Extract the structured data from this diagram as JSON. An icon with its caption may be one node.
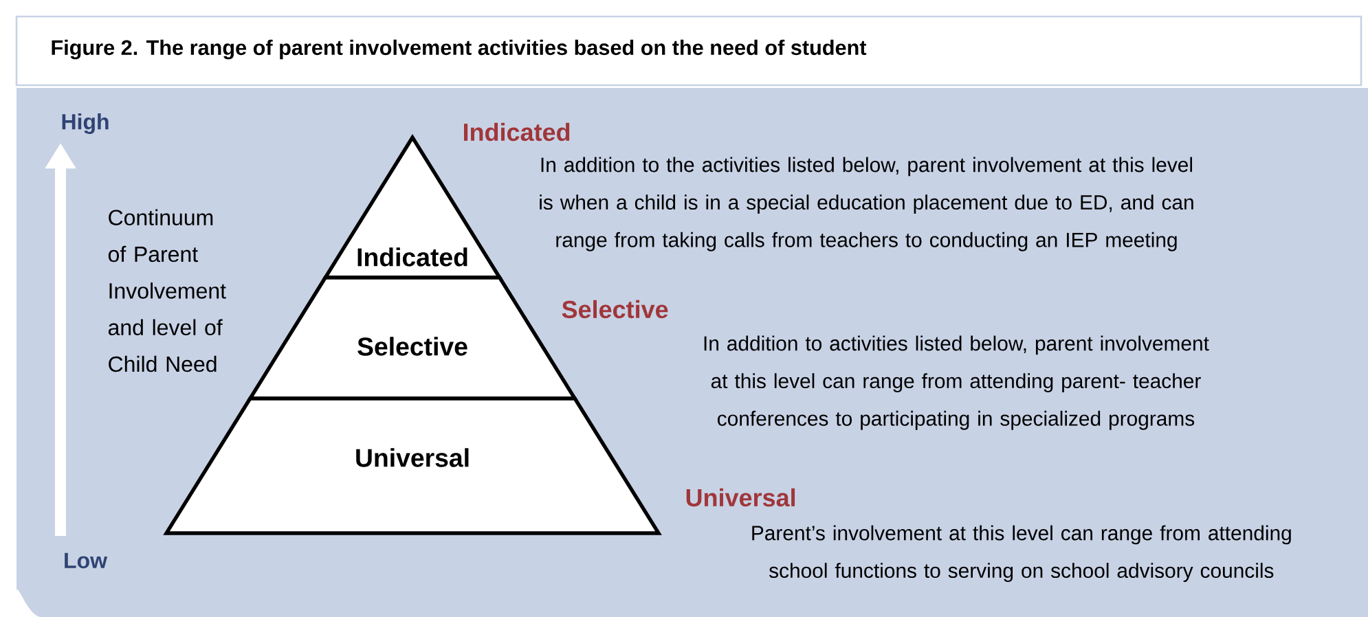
{
  "diagram": {
    "title": "Figure 2. The range of parent involvement activities based on the need of student",
    "nodes": [
      {
        "text": [
          "Indicated"
        ],
        "beside": [
          "Indicated",
          "In addition to the activities listed below, parent involvement at this level is when a child is in a special education placement due to ED, and can range from taking calls from teachers to conducting an IEP meeting"
        ]
      },
      {
        "text": [
          "Selective"
        ],
        "beside": [
          "Selective",
          "In addition to activities listed below, parent involvement at this level can range from attending parent- teacher conferences to participating in specialized programs"
        ]
      },
      {
        "text": [
          "Universal"
        ],
        "beside": [
          "Universal",
          "Parent’s involvement at this level can range from attending school functions to serving on school advisory councils"
        ]
      }
    ],
    "labels": [
      "High",
      "Continuum of Parent Involvement and level of Child Need",
      "Low"
    ]
  }
}
